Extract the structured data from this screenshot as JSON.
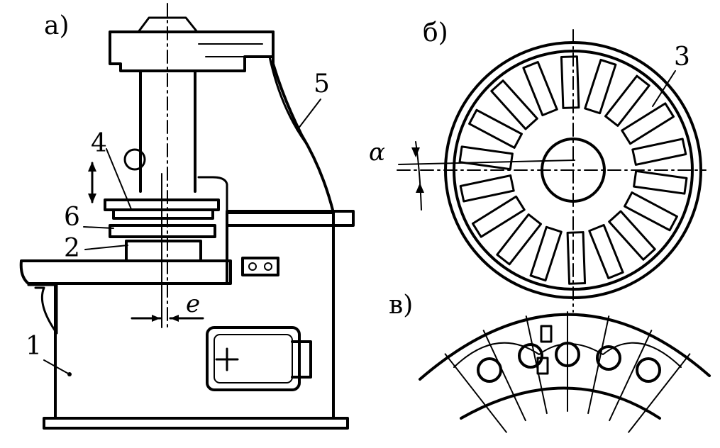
{
  "panels": {
    "a": {
      "label": "а)"
    },
    "b": {
      "label": "б)"
    },
    "c": {
      "label": "в)"
    }
  },
  "callouts": {
    "n1": "1",
    "n2": "2",
    "n3": "3",
    "n4": "4",
    "n5": "5",
    "n6": "6"
  },
  "symbols": {
    "alpha": "α",
    "e": "e"
  },
  "disc": {
    "slot_count": 18
  },
  "colors": {
    "ink": "#000000",
    "paper": "#ffffff"
  }
}
